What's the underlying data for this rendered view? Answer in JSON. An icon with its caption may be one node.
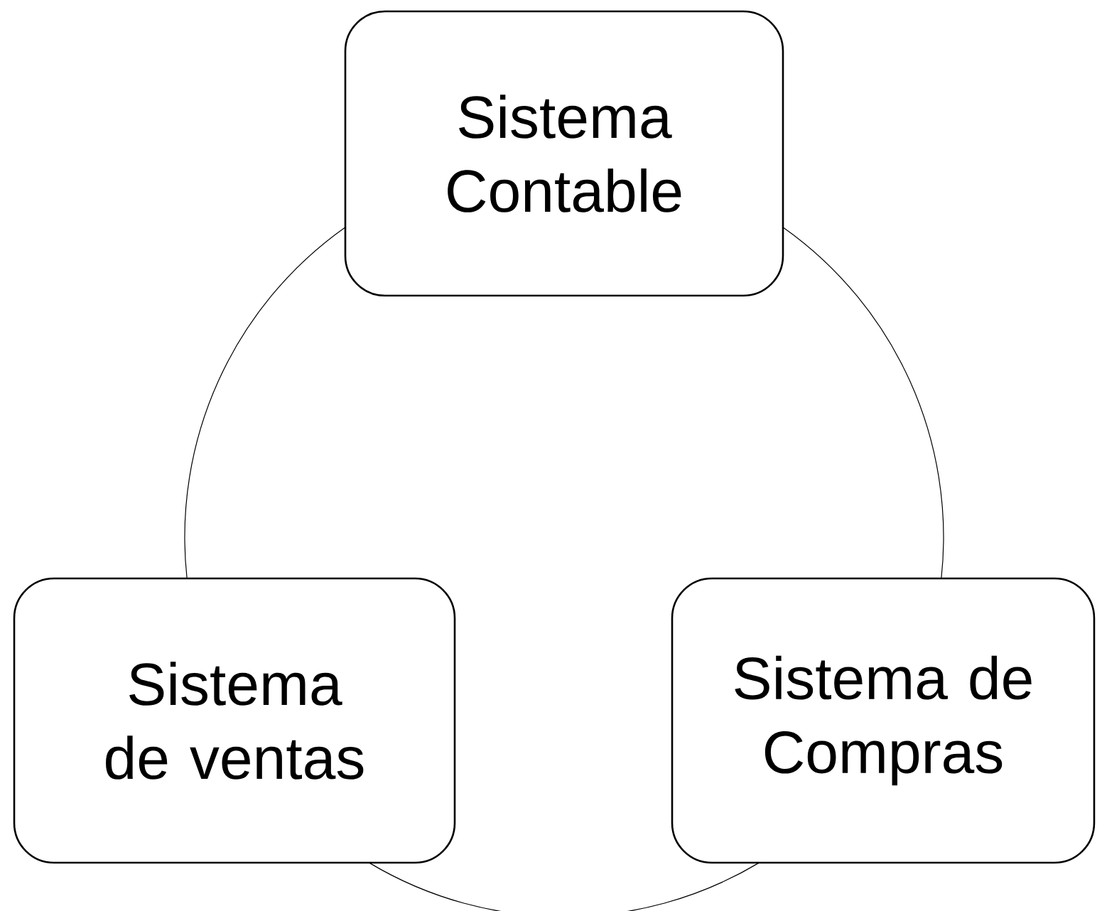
{
  "diagram": {
    "nodes": [
      {
        "text": [
          "Sistema Contable"
        ]
      },
      {
        "text": [
          "Sistema de Compras"
        ]
      },
      {
        "text": [
          "Sistema de ventas"
        ]
      }
    ],
    "edges": [
      {
        "from": 0,
        "to": 1,
        "arrow": "none"
      },
      {
        "from": 1,
        "to": 2,
        "arrow": "none"
      },
      {
        "from": 2,
        "to": 0,
        "arrow": "none"
      }
    ]
  }
}
